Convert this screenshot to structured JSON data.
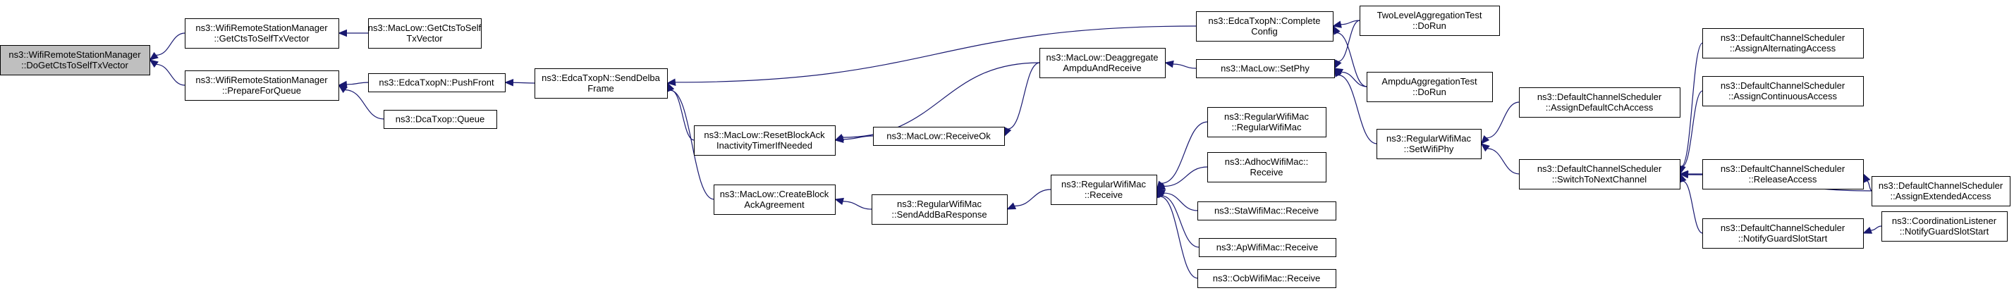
{
  "nodes": [
    {
      "id": "n0",
      "lines": [
        "ns3::WifiRemoteStationManager",
        "::DoGetCtsToSelfTxVector"
      ],
      "root": true
    },
    {
      "id": "n1",
      "lines": [
        "ns3::WifiRemoteStationManager",
        "::GetCtsToSelfTxVector"
      ]
    },
    {
      "id": "n2",
      "lines": [
        "ns3::WifiRemoteStationManager",
        "::PrepareForQueue"
      ]
    },
    {
      "id": "n3",
      "lines": [
        "ns3::MacLow::GetCtsToSelf",
        "TxVector"
      ]
    },
    {
      "id": "n4",
      "lines": [
        "ns3::EdcaTxopN::PushFront"
      ]
    },
    {
      "id": "n5",
      "lines": [
        "ns3::DcaTxop::Queue"
      ]
    },
    {
      "id": "n6",
      "lines": [
        "ns3::EdcaTxopN::SendDelba",
        "Frame"
      ]
    },
    {
      "id": "n7",
      "lines": [
        "ns3::MacLow::ResetBlockAck",
        "InactivityTimerIfNeeded"
      ]
    },
    {
      "id": "n8",
      "lines": [
        "ns3::MacLow::CreateBlock",
        "AckAgreement"
      ]
    },
    {
      "id": "n9",
      "lines": [
        "ns3::MacLow::ReceiveOk"
      ]
    },
    {
      "id": "n10",
      "lines": [
        "ns3::RegularWifiMac",
        "::SendAddBaResponse"
      ]
    },
    {
      "id": "n11",
      "lines": [
        "ns3::EdcaTxopN::Complete",
        "Config"
      ]
    },
    {
      "id": "n12",
      "lines": [
        "ns3::MacLow::Deaggregate",
        "AmpduAndReceive"
      ]
    },
    {
      "id": "n13",
      "lines": [
        "ns3::RegularWifiMac",
        "::Receive"
      ]
    },
    {
      "id": "n14",
      "lines": [
        "ns3::MacLow::SetPhy"
      ]
    },
    {
      "id": "n15",
      "lines": [
        "ns3::RegularWifiMac",
        "::RegularWifiMac"
      ]
    },
    {
      "id": "n16",
      "lines": [
        "ns3::AdhocWifiMac::",
        "Receive"
      ]
    },
    {
      "id": "n17",
      "lines": [
        "ns3::StaWifiMac::Receive"
      ]
    },
    {
      "id": "n18",
      "lines": [
        "ns3::ApWifiMac::Receive"
      ]
    },
    {
      "id": "n19",
      "lines": [
        "ns3::OcbWifiMac::Receive"
      ]
    },
    {
      "id": "n20",
      "lines": [
        "TwoLevelAggregationTest",
        "::DoRun"
      ]
    },
    {
      "id": "n21",
      "lines": [
        "AmpduAggregationTest",
        "::DoRun"
      ]
    },
    {
      "id": "n22",
      "lines": [
        "ns3::RegularWifiMac",
        "::SetWifiPhy"
      ]
    },
    {
      "id": "n23",
      "lines": [
        "ns3::DefaultChannelScheduler",
        "::AssignDefaultCchAccess"
      ]
    },
    {
      "id": "n24",
      "lines": [
        "ns3::DefaultChannelScheduler",
        "::SwitchToNextChannel"
      ]
    },
    {
      "id": "n25",
      "lines": [
        "ns3::DefaultChannelScheduler",
        "::AssignAlternatingAccess"
      ]
    },
    {
      "id": "n26",
      "lines": [
        "ns3::DefaultChannelScheduler",
        "::AssignContinuousAccess"
      ]
    },
    {
      "id": "n27",
      "lines": [
        "ns3::DefaultChannelScheduler",
        "::ReleaseAccess"
      ]
    },
    {
      "id": "n28",
      "lines": [
        "ns3::DefaultChannelScheduler",
        "::NotifyGuardSlotStart"
      ]
    },
    {
      "id": "n29",
      "lines": [
        "ns3::DefaultChannelScheduler",
        "::AssignExtendedAccess"
      ]
    },
    {
      "id": "n30",
      "lines": [
        "ns3::CoordinationListener",
        "::NotifyGuardSlotStart"
      ]
    }
  ],
  "edges": [
    {
      "from": "n1",
      "to": "n0"
    },
    {
      "from": "n2",
      "to": "n0"
    },
    {
      "from": "n3",
      "to": "n1"
    },
    {
      "from": "n4",
      "to": "n2"
    },
    {
      "from": "n5",
      "to": "n2"
    },
    {
      "from": "n6",
      "to": "n4"
    },
    {
      "from": "n7",
      "to": "n6"
    },
    {
      "from": "n8",
      "to": "n6"
    },
    {
      "from": "n11",
      "to": "n6"
    },
    {
      "from": "n9",
      "to": "n7"
    },
    {
      "from": "n12",
      "to": "n7"
    },
    {
      "from": "n12",
      "to": "n9"
    },
    {
      "from": "n10",
      "to": "n8"
    },
    {
      "from": "n13",
      "to": "n10"
    },
    {
      "from": "n14",
      "to": "n12"
    },
    {
      "from": "n15",
      "to": "n13"
    },
    {
      "from": "n16",
      "to": "n13"
    },
    {
      "from": "n17",
      "to": "n13"
    },
    {
      "from": "n18",
      "to": "n13"
    },
    {
      "from": "n19",
      "to": "n13"
    },
    {
      "from": "n20",
      "to": "n11"
    },
    {
      "from": "n21",
      "to": "n11"
    },
    {
      "from": "n20",
      "to": "n14"
    },
    {
      "from": "n21",
      "to": "n14"
    },
    {
      "from": "n22",
      "to": "n14"
    },
    {
      "from": "n23",
      "to": "n22"
    },
    {
      "from": "n24",
      "to": "n22"
    },
    {
      "from": "n25",
      "to": "n24"
    },
    {
      "from": "n26",
      "to": "n24"
    },
    {
      "from": "n27",
      "to": "n24"
    },
    {
      "from": "n28",
      "to": "n24"
    },
    {
      "from": "n29",
      "to": "n24"
    },
    {
      "from": "n29",
      "to": "n27"
    },
    {
      "from": "n30",
      "to": "n28"
    }
  ]
}
